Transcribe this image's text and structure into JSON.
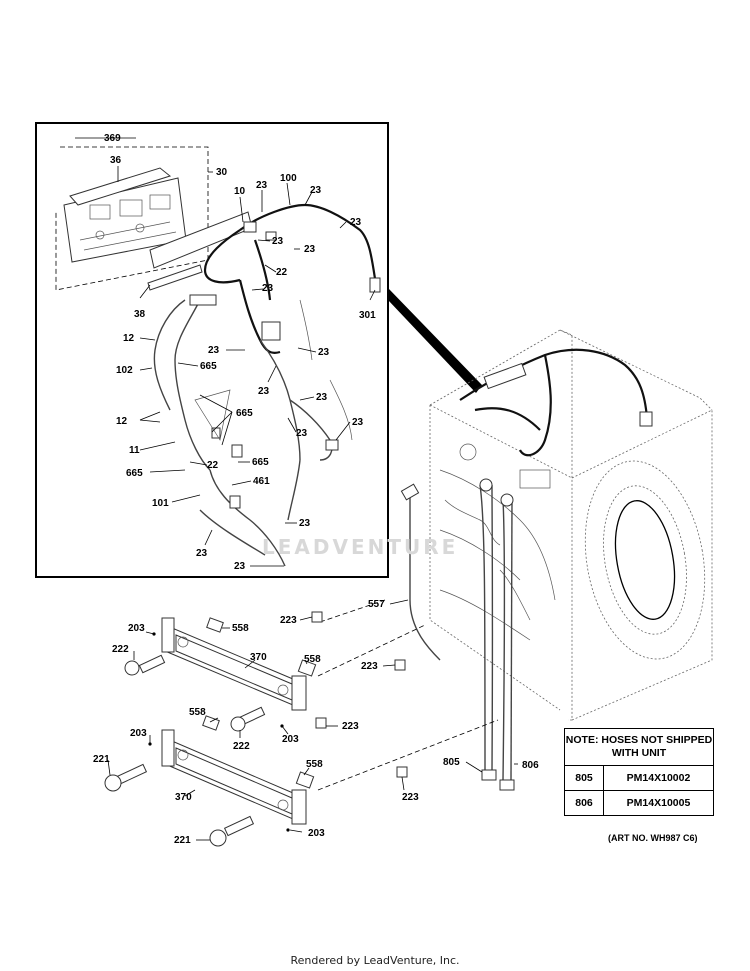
{
  "labels": {
    "p369": "369",
    "p36": "36",
    "p30": "30",
    "p10": "10",
    "p23": "23",
    "p100": "100",
    "p22": "22",
    "p38": "38",
    "p301": "301",
    "p12": "12",
    "p102": "102",
    "p665": "665",
    "p11": "11",
    "p461": "461",
    "p101": "101",
    "p557": "557",
    "p203": "203",
    "p558": "558",
    "p223": "223",
    "p222": "222",
    "p370": "370",
    "p221": "221",
    "p805": "805",
    "p806": "806"
  },
  "note": {
    "title": "NOTE: HOSES NOT SHIPPED WITH UNIT",
    "rows": [
      {
        "ref": "805",
        "part": "PM14X10002"
      },
      {
        "ref": "806",
        "part": "PM14X10005"
      }
    ]
  },
  "art_no": "(ART NO. WH987 C6)",
  "footer": "Rendered by LeadVenture, Inc.",
  "watermark": "LEADVENTURE"
}
